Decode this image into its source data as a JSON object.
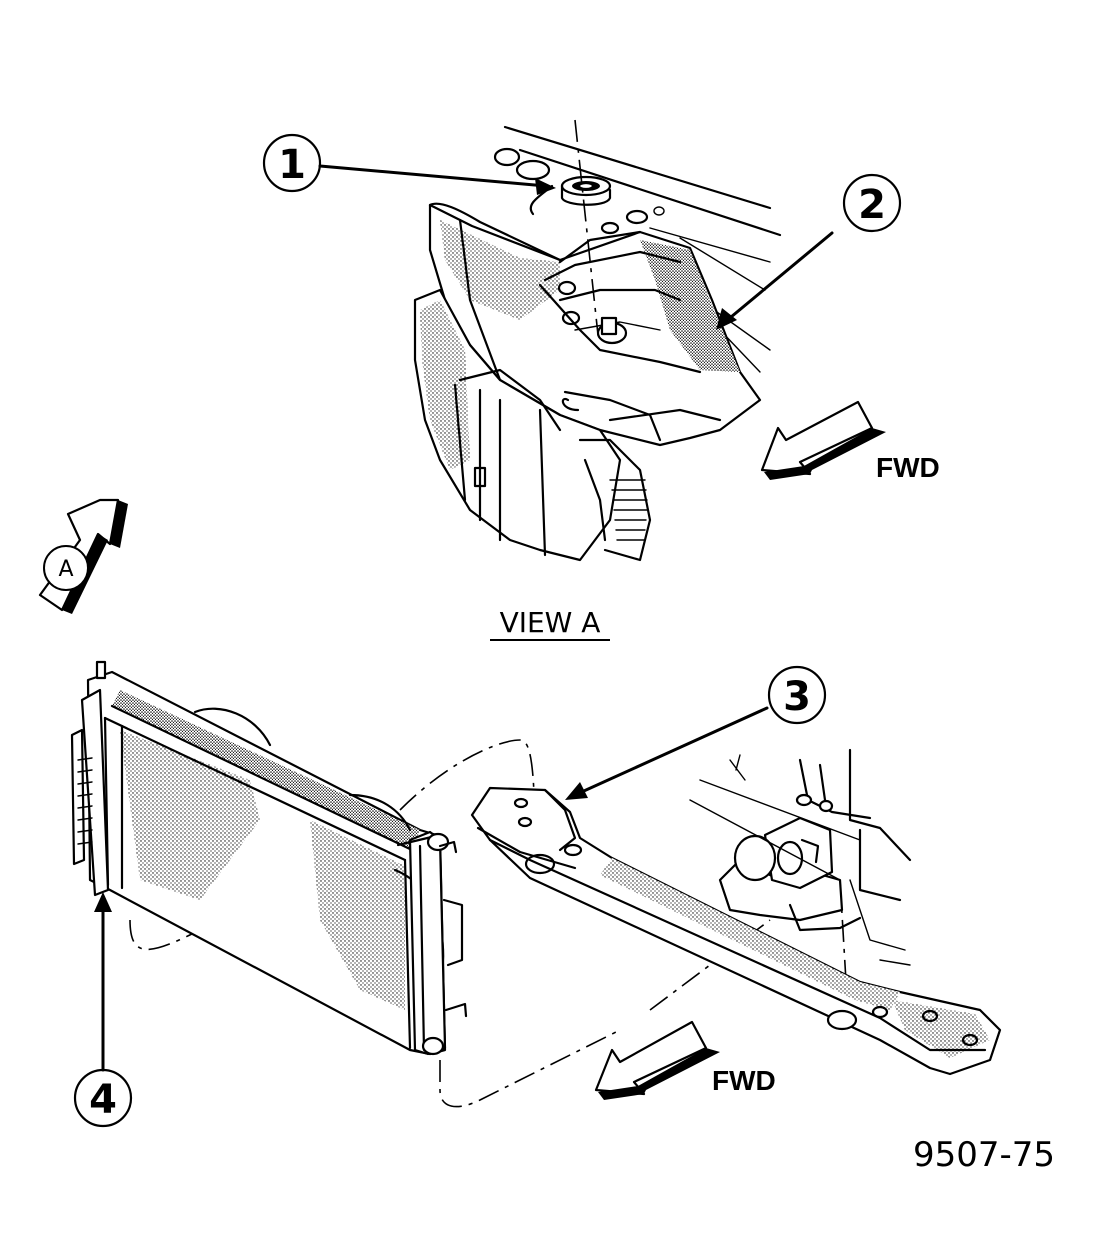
{
  "callouts": [
    {
      "number": "1",
      "target": "grommet"
    },
    {
      "number": "2",
      "target": "radiator support"
    },
    {
      "number": "3",
      "target": "lower crossmember"
    },
    {
      "number": "4",
      "target": "radiator"
    }
  ],
  "labels": {
    "fwd_top": "FWD",
    "fwd_bottom": "FWD",
    "view_title": "VIEW A",
    "view_marker": "A",
    "figure_number": "9507-75"
  }
}
